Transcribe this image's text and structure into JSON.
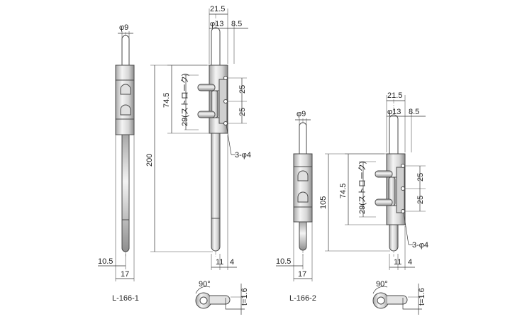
{
  "colors": {
    "metal_light": "#f2f2f2",
    "metal_dark": "#9a9a9a",
    "outline": "#4a4a4a",
    "dimension": "#333333"
  },
  "left": {
    "model": "L-166-1",
    "dims": {
      "pin_dia": "φ9",
      "width_top": "21.5",
      "boss_dia": "φ13",
      "offset_top": "8.5",
      "pitch_a": "25",
      "pitch_b": "25",
      "height_inner": "74.5",
      "stroke": "29(ストローク)",
      "total_length": "200",
      "holes": "3-φ4",
      "base_offset": "10.5",
      "base_width": "17",
      "body_a": "11",
      "body_b": "4",
      "angle": "90°",
      "thickness": "t=1.6"
    }
  },
  "right": {
    "model": "L-166-2",
    "dims": {
      "pin_dia": "φ9",
      "width_top": "21.5",
      "boss_dia": "φ13",
      "offset_top": "8.5",
      "pitch_a": "25",
      "pitch_b": "25",
      "height_inner": "74.5",
      "stroke": "29(ストローク)",
      "total_length": "105",
      "holes": "3-φ4",
      "base_offset": "10.5",
      "base_width": "17",
      "body_a": "11",
      "body_b": "4",
      "angle": "90°",
      "thickness": "t=1.6"
    }
  }
}
